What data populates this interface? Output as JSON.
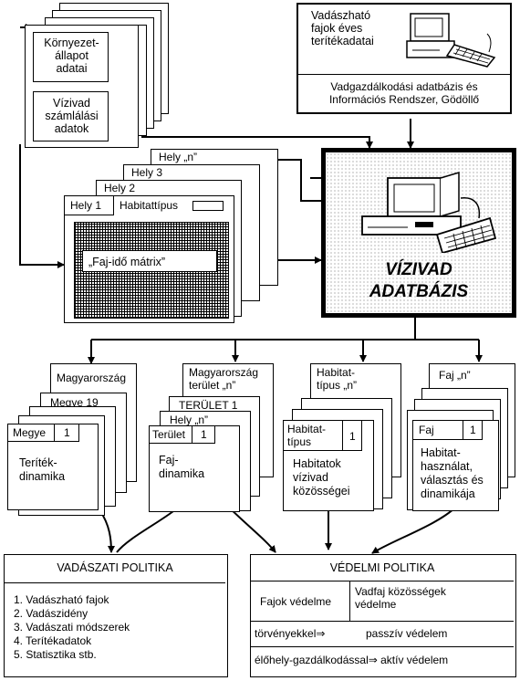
{
  "env_stack": {
    "env_label": "Környezet-\nállapot\nadatai",
    "count_label": "Vízivad\nszámlálási\nadatok"
  },
  "game_db": {
    "caption": "Vadászható\nfajok éves\nterítékadatai",
    "footer": "Vadgazdálkodási adatbázis és\nInformációs Rendszer, Gödöllő"
  },
  "sites": {
    "site_n": "Hely „n”",
    "site_3": "Hely 3",
    "site_2": "Hely 2",
    "site_1": "Hely 1",
    "habitat_type": "Habitattípus",
    "matrix": "„Faj-idő mátrix”"
  },
  "main_db": {
    "title_line1": "VÍZIVAD",
    "title_line2": "ADATBÁZIS"
  },
  "outputs": {
    "c1": {
      "back": "Magyarország",
      "mid": "Megye 19",
      "front_label": "Megye",
      "front_num": "1",
      "body": "Teríték-\ndinamika"
    },
    "c2": {
      "back": "Magyarország\nterület „n”",
      "mid1": "TERÜLET 1",
      "mid2": "Hely „n”",
      "front_label": "Terület",
      "front_num": "1",
      "body": "Faj-\ndinamika"
    },
    "c3": {
      "back": "Habitat-\ntípus „n”",
      "front_label": "Habitat-\ntípus",
      "front_num": "1",
      "body": "Habitatok\nvízivad\nközösségei"
    },
    "c4": {
      "back": "Faj „n”",
      "front_label": "Faj",
      "front_num": "1",
      "body": "Habitat-\nhasználat,\nválasztás és\ndinamikája"
    }
  },
  "hunting_policy": {
    "title": "VADÁSZATI POLITIKA",
    "items": [
      "1. Vadászható fajok",
      "2. Vadászidény",
      "3. Vadászati módszerek",
      "4. Terítékadatok",
      "5. Statisztika stb."
    ]
  },
  "protection_policy": {
    "title": "VÉDELMI POLITIKA",
    "species": "Fajok védelme",
    "communities": "Vadfaj közösségek\nvédelme",
    "passive_left": "törvényekkel⇒",
    "passive_right": "passzív védelem",
    "active": "élőhely-gazdálkodással⇒ aktív védelem"
  }
}
